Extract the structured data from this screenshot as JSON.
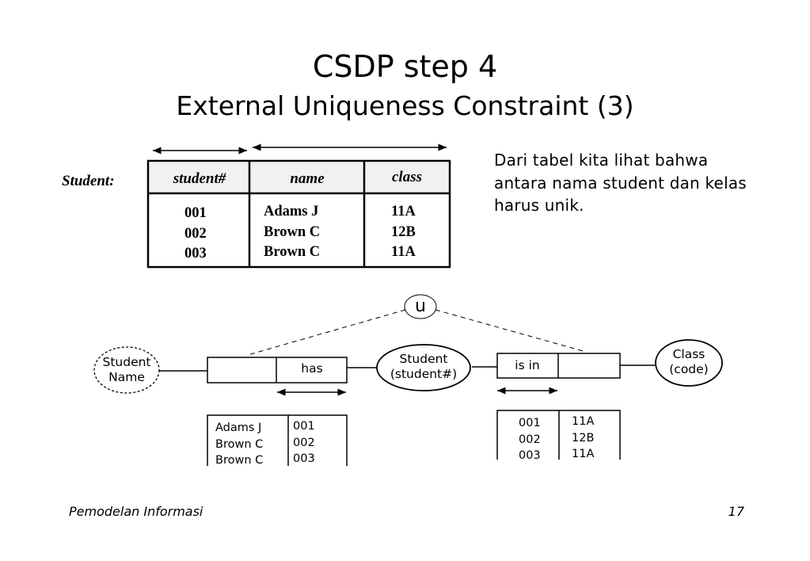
{
  "slide": {
    "title": "CSDP step 4",
    "subtitle": "External Uniqueness Constraint (3)",
    "note": "Dari tabel kita lihat bahwa antara nama student dan kelas harus unik.",
    "footer_left": "Pemodelan Informasi",
    "footer_right": "17"
  },
  "table": {
    "label": "Student:",
    "headers": [
      "student#",
      "name",
      "class"
    ],
    "student_ids": [
      "001",
      "002",
      "003"
    ],
    "names": [
      "Adams J",
      "Brown C",
      "Brown C"
    ],
    "classes": [
      "11A",
      "12B",
      "11A"
    ]
  },
  "diagram": {
    "constraint_symbol": "u",
    "entity_student_name": [
      "Student",
      "Name"
    ],
    "entity_student": [
      "Student",
      "(student#)"
    ],
    "entity_class": [
      "Class",
      "(code)"
    ],
    "fact_has": "has",
    "fact_is_in": "is in",
    "has_population": {
      "names": [
        "Adams J",
        "Brown C",
        "Brown C"
      ],
      "ids": [
        "001",
        "002",
        "003"
      ]
    },
    "is_in_population": {
      "ids": [
        "001",
        "002",
        "003"
      ],
      "classes": [
        "11A",
        "12B",
        "11A"
      ]
    }
  }
}
